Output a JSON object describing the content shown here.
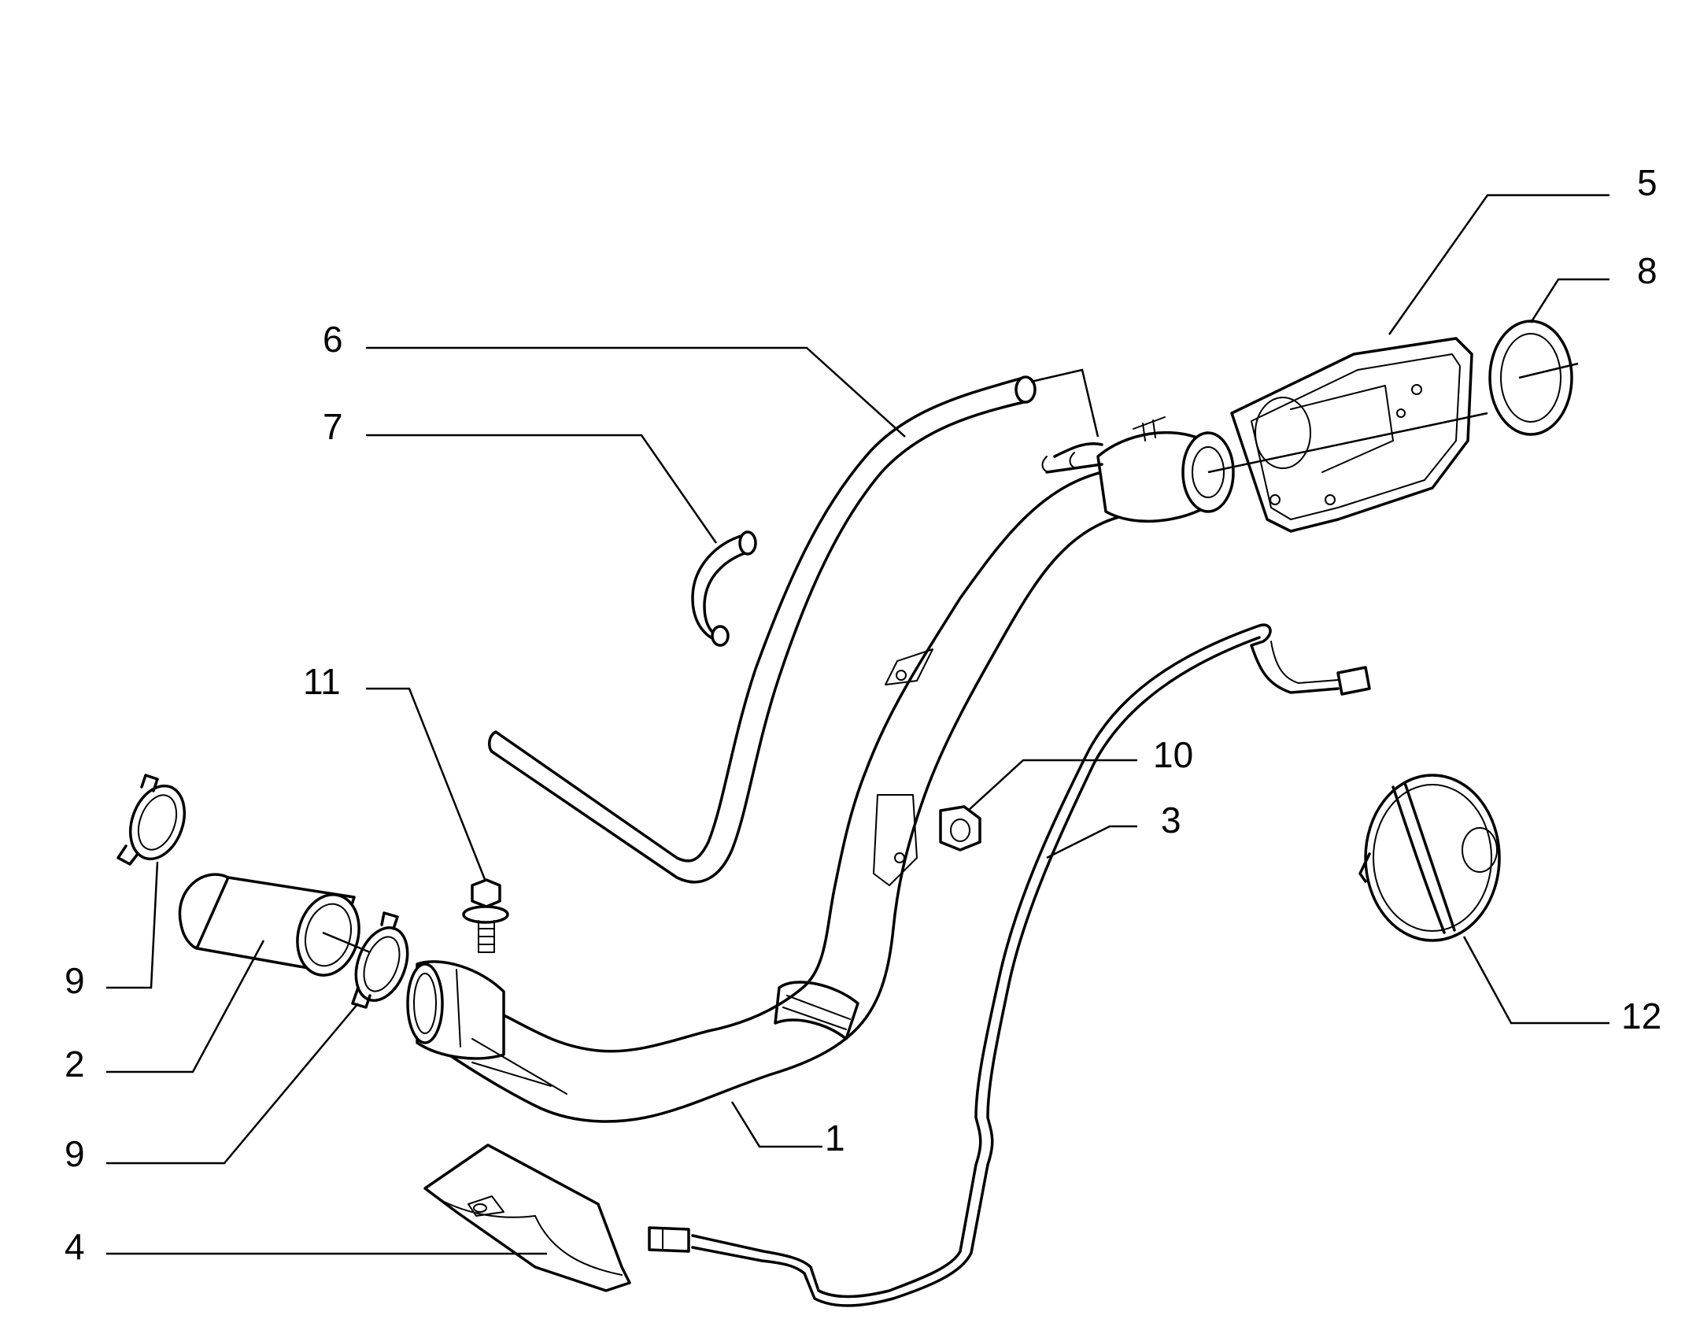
{
  "callouts": [
    {
      "id": "1",
      "text": "1"
    },
    {
      "id": "2",
      "text": "2"
    },
    {
      "id": "3",
      "text": "3"
    },
    {
      "id": "4",
      "text": "4"
    },
    {
      "id": "5",
      "text": "5"
    },
    {
      "id": "6",
      "text": "6"
    },
    {
      "id": "7",
      "text": "7"
    },
    {
      "id": "8",
      "text": "8"
    },
    {
      "id": "9a",
      "text": "9"
    },
    {
      "id": "9b",
      "text": "9"
    },
    {
      "id": "10",
      "text": "10"
    },
    {
      "id": "11",
      "text": "11"
    },
    {
      "id": "12",
      "text": "12"
    }
  ]
}
